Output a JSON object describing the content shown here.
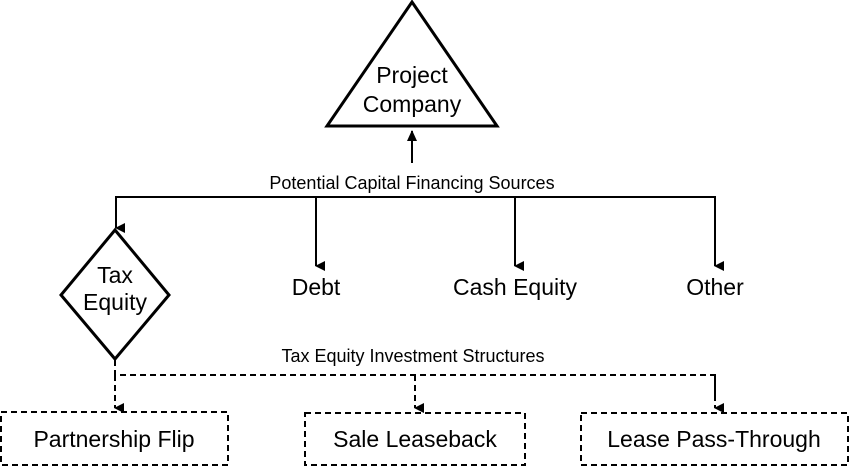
{
  "diagram": {
    "colors": {
      "line": "#000000",
      "background": "#ffffff"
    },
    "root": {
      "shape": "triangle",
      "lines": [
        "Project",
        "Company"
      ]
    },
    "financing_label": "Potential Capital Financing Sources",
    "sources": [
      {
        "id": "tax-equity",
        "shape": "diamond",
        "lines": [
          "Tax",
          "Equity"
        ]
      },
      {
        "id": "debt",
        "shape": "text",
        "lines": [
          "Debt"
        ]
      },
      {
        "id": "cash-equity",
        "shape": "text",
        "lines": [
          "Cash Equity"
        ]
      },
      {
        "id": "other",
        "shape": "text",
        "lines": [
          "Other"
        ]
      }
    ],
    "structures_label": "Tax Equity Investment Structures",
    "structures": [
      {
        "id": "partnership-flip",
        "label": "Partnership Flip"
      },
      {
        "id": "sale-leaseback",
        "label": "Sale Leaseback"
      },
      {
        "id": "lease-pass-through",
        "label": "Lease Pass-Through"
      }
    ]
  }
}
